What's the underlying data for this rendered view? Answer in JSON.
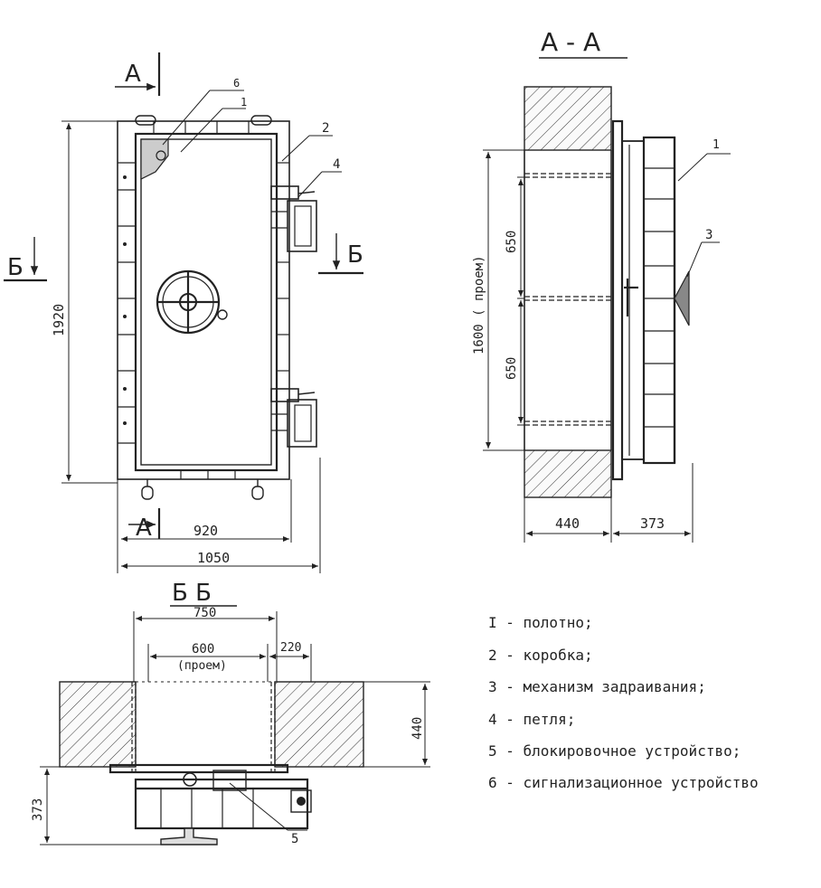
{
  "front_view": {
    "section_mark_a": "А",
    "section_mark_b": "Б",
    "dim_height": "1920",
    "dim_width_inner": "920",
    "dim_width_outer": "1050",
    "callouts": [
      "6",
      "1",
      "2",
      "4"
    ]
  },
  "section_aa": {
    "title": "А - А",
    "dim_opening": "1600 ( проем)",
    "dim_upper": "650",
    "dim_lower": "650",
    "dim_wall": "440",
    "dim_depth": "373",
    "callouts": [
      "1",
      "3"
    ]
  },
  "section_bb": {
    "title": "Б  Б",
    "dim_750": "750",
    "dim_600": "600",
    "dim_600_note": "(проем)",
    "dim_220": "220",
    "dim_440": "440",
    "dim_373": "373",
    "callouts": [
      "5"
    ]
  },
  "legend": {
    "items": [
      "I - полотно;",
      "2 - коробка;",
      "3 - механизм задраивания;",
      "4 - петля;",
      "5 - блокировочное устройство;",
      "6 - сигнализационное устройство"
    ]
  }
}
